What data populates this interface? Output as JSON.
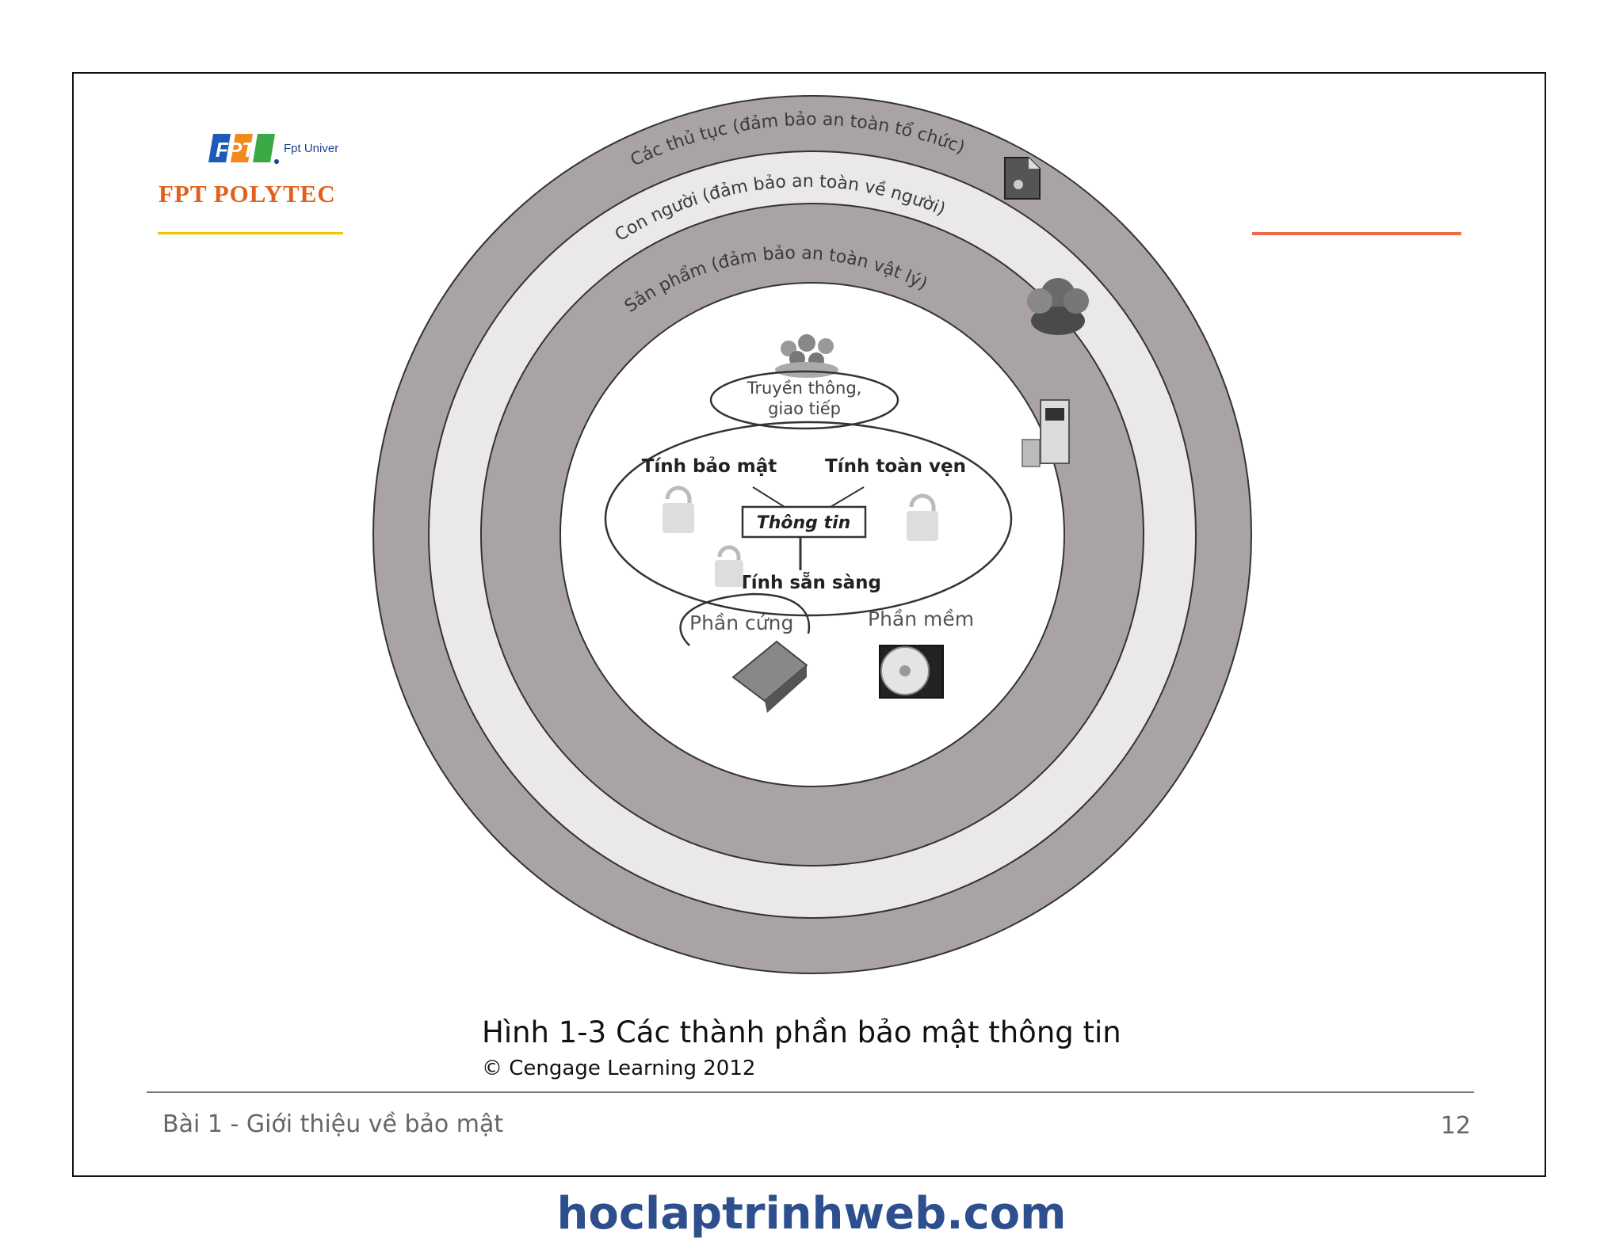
{
  "logo": {
    "brand_mark": "FPT",
    "subtitle": "Fpt Univer",
    "name": "FPT POLYTEC"
  },
  "diagram": {
    "ring_labels": {
      "outer": "Các thủ tục (đảm bảo an toàn tổ chức)",
      "second": "Con người (đảm bảo an toàn về người)",
      "third": "Sản phẩm (đảm bảo an toàn vật lý)"
    },
    "communication": [
      "Truyền thông,",
      "giao tiếp"
    ],
    "confidentiality": "Tính bảo mật",
    "integrity": "Tính toàn vẹn",
    "information": "Thông tin",
    "availability": "Tính sẵn sàng",
    "hardware": "Phần cứng",
    "software": "Phần mềm",
    "icons": [
      "document-icon",
      "people-icon",
      "server-icon",
      "group-icon",
      "lock-icon",
      "hard-disk-icon",
      "cd-icon"
    ]
  },
  "caption": "Hình 1-3 Các thành phần bảo mật thông tin",
  "copyright": "© Cengage Learning 2012",
  "footer": {
    "lesson": "Bài 1 - Giới thiệu về bảo mật",
    "page_number": "12"
  },
  "watermark": "hoclaptrinhweb.com",
  "colors": {
    "ring_gray": "#aaa3a3",
    "ring_light": "#ebe8e8",
    "logo_orange": "#e2601a",
    "logo_blue": "#1c3f8c",
    "watermark_blue": "#2d4f8d",
    "accent_red": "#f06b4a"
  }
}
